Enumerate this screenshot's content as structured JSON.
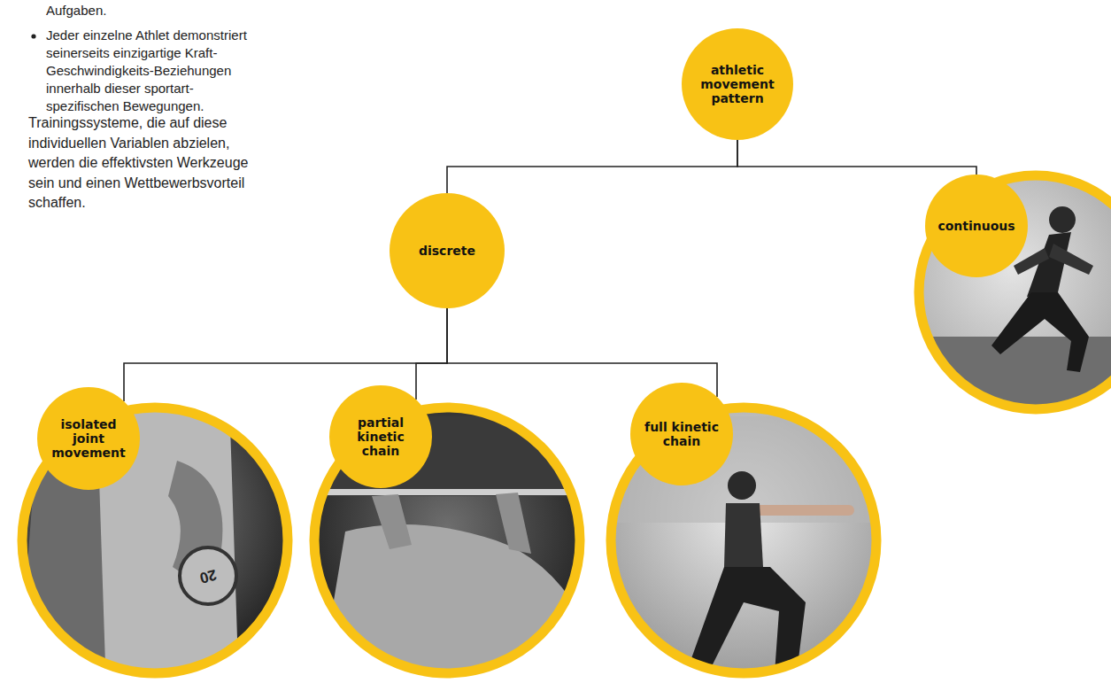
{
  "diagram": {
    "nodes": [
      {
        "text": [
          "athletic movement pattern"
        ]
      },
      {
        "text": [
          "discrete"
        ]
      },
      {
        "text": [
          "continuous"
        ]
      },
      {
        "text": [
          "isolated joint movement"
        ]
      },
      {
        "text": [
          "partial kinetic chain"
        ]
      },
      {
        "text": [
          "full kinetic chain"
        ]
      }
    ],
    "edges": [
      {
        "from": 0,
        "to": 1,
        "arrow": "none"
      },
      {
        "from": 0,
        "to": 2,
        "arrow": "none"
      },
      {
        "from": 1,
        "to": 3,
        "arrow": "none"
      },
      {
        "from": 1,
        "to": 4,
        "arrow": "none"
      },
      {
        "from": 1,
        "to": 5,
        "arrow": "none"
      }
    ],
    "labels": [
      "Aufgaben.",
      "Jeder einzelne Athlet demonstriert seinerseits einzigartige Kraft-Geschwindigkeits-Beziehungen innerhalb dieser sportart-spezifischen Bewegungen.",
      "Trainingssysteme, die auf diese individuellen Variablen abzielen, werden die effektivsten Werkzeuge sein und einen Wettbewerbsvorteil schaffen.",
      "20"
    ]
  }
}
